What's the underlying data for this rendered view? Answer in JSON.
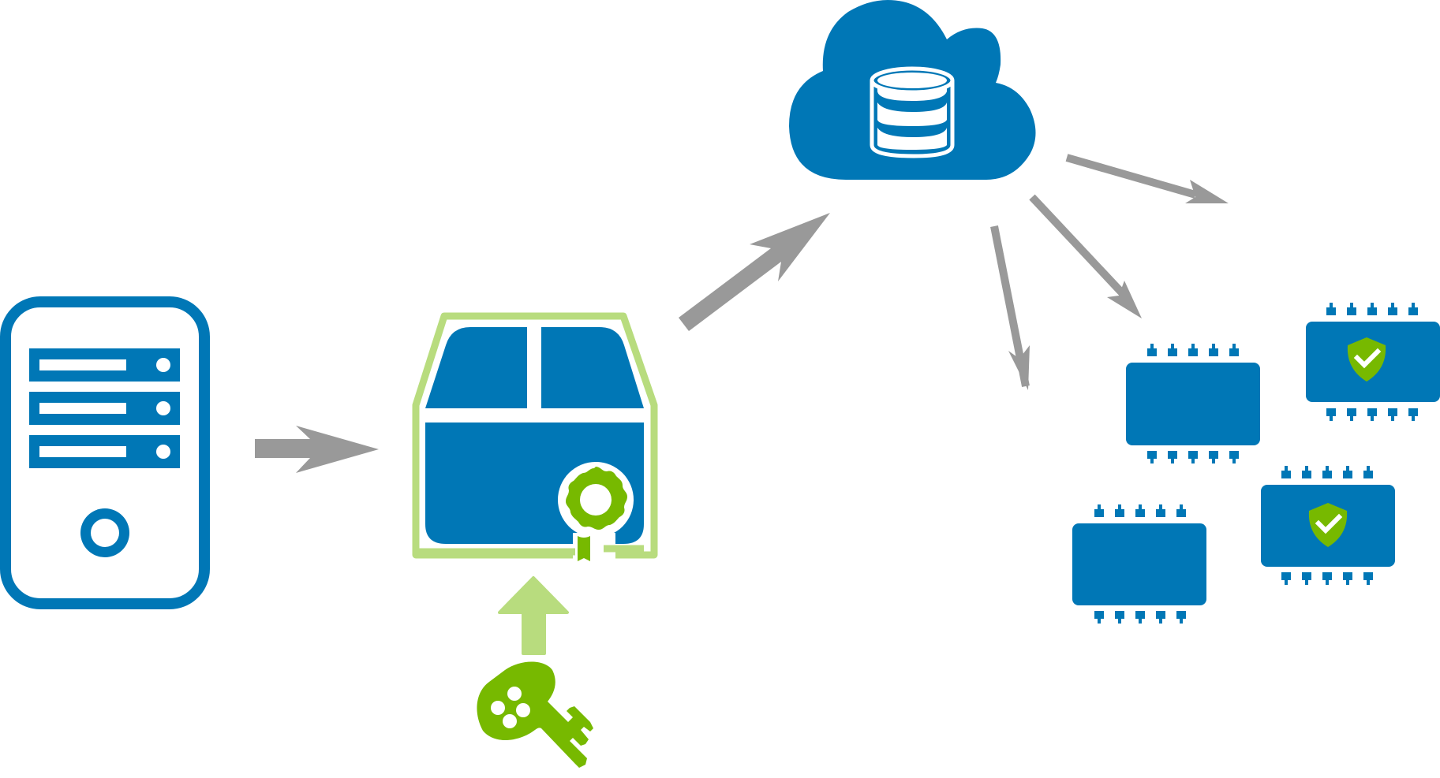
{
  "colors": {
    "primary_blue": "#0077b6",
    "light_green": "#b8dc7e",
    "dark_green": "#77b900",
    "arrow_gray": "#999999",
    "white": "#ffffff"
  },
  "nodes": {
    "server": {
      "icon": "server-icon"
    },
    "package": {
      "icon": "package-box-icon",
      "badge": "certificate-badge-icon"
    },
    "signing_key": {
      "icon": "key-icon"
    },
    "cloud_storage": {
      "icon": "cloud-database-icon"
    },
    "devices": [
      {
        "icon": "chip-icon",
        "verified": false
      },
      {
        "icon": "chip-icon",
        "verified": true
      },
      {
        "icon": "chip-icon",
        "verified": false
      },
      {
        "icon": "chip-icon",
        "verified": true
      }
    ]
  },
  "connections": [
    {
      "from": "server",
      "to": "package"
    },
    {
      "from": "signing_key",
      "to": "package"
    },
    {
      "from": "package",
      "to": "cloud_storage"
    },
    {
      "from": "cloud_storage",
      "to": "device-1"
    },
    {
      "from": "cloud_storage",
      "to": "device-2"
    },
    {
      "from": "cloud_storage",
      "to": "device-3"
    },
    {
      "from": "cloud_storage",
      "to": "device-4"
    }
  ]
}
